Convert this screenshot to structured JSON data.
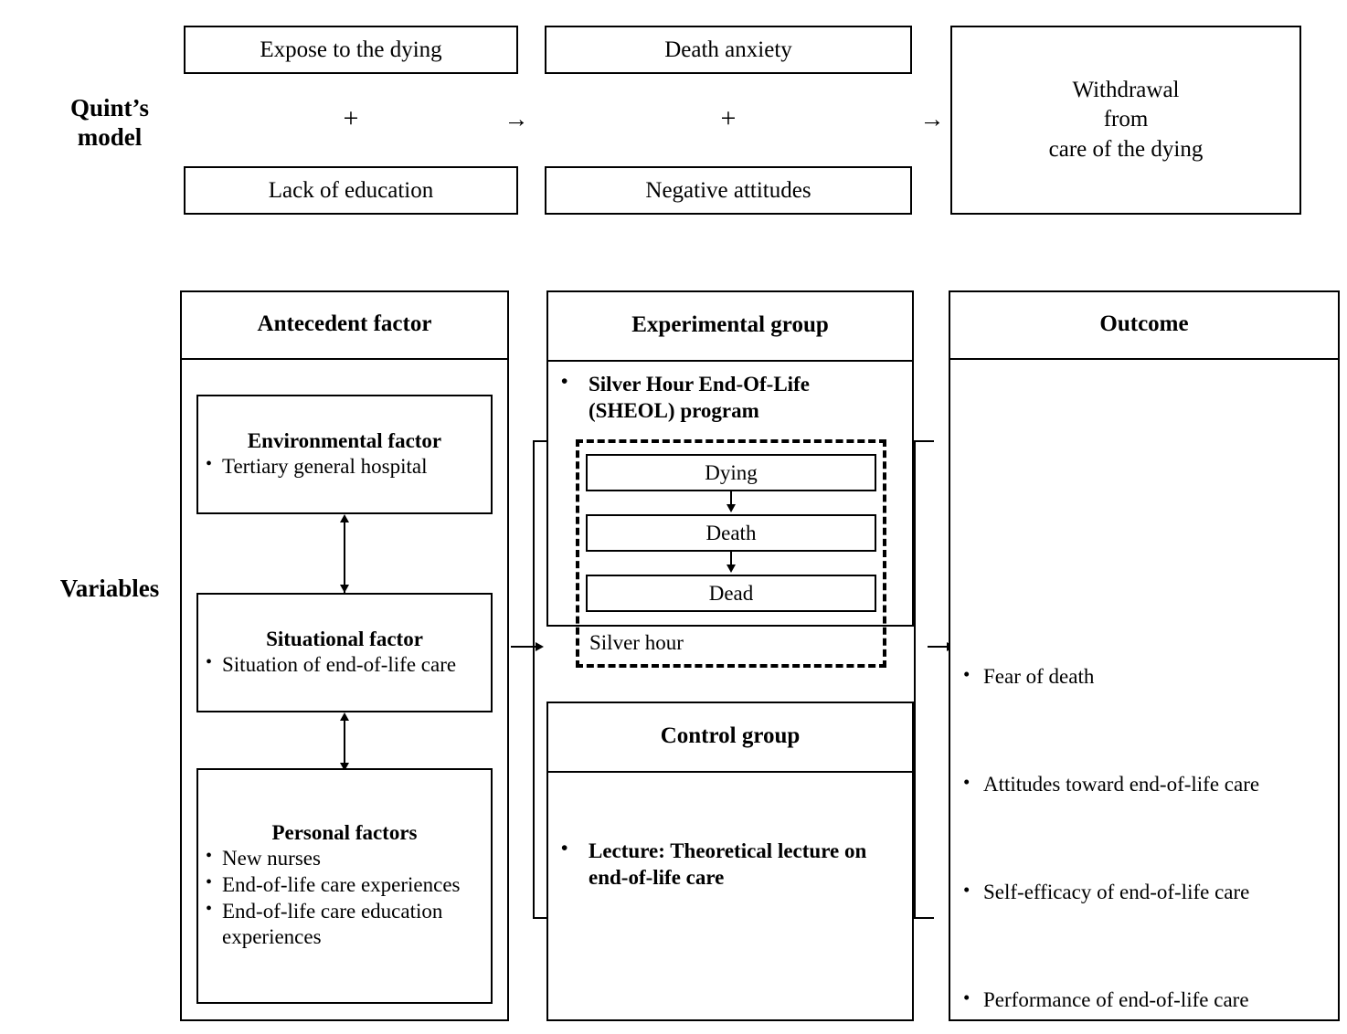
{
  "figure": {
    "row_labels": {
      "quint": [
        "Quint’s",
        "model"
      ],
      "variables": "Variables"
    }
  },
  "quint_model": {
    "boxes": {
      "expose": "Expose to the dying",
      "lack_education": "Lack of education",
      "death_anxiety": "Death anxiety",
      "negative_attitudes": "Negative attitudes",
      "withdrawal": [
        "Withdrawal",
        "from",
        "care of the dying"
      ]
    },
    "operators": {
      "plus_1": "+",
      "plus_2": "+",
      "arrow_1": "→",
      "arrow_2": "→"
    }
  },
  "variables": {
    "antecedent": {
      "header": "Antecedent factor",
      "factors": [
        {
          "title": "Environmental factor",
          "items": [
            "Tertiary general hospital"
          ]
        },
        {
          "title": "Situational factor",
          "items": [
            "Situation of end-of-life care"
          ]
        },
        {
          "title": "Personal factors",
          "items": [
            "New nurses",
            "End-of-life care experiences",
            "End-of-life care education"
          ],
          "continuation": "experiences"
        }
      ]
    },
    "experimental": {
      "header": "Experimental group",
      "program_label": [
        "Silver Hour End-Of-Life",
        "(SHEOL) program"
      ],
      "stages": [
        "Dying",
        "Death",
        "Dead"
      ],
      "silver_hour_label": "Silver hour"
    },
    "control": {
      "header": "Control group",
      "program_label": [
        "Lecture: Theoretical lecture on",
        "end-of-life care"
      ]
    },
    "outcome": {
      "header": "Outcome",
      "items": [
        "Fear of death",
        "Attitudes toward end-of-life care",
        "Self-efficacy of end-of-life care",
        "Performance of end-of-life care"
      ]
    }
  },
  "colors": {
    "line": "#000000",
    "background": "#ffffff"
  }
}
